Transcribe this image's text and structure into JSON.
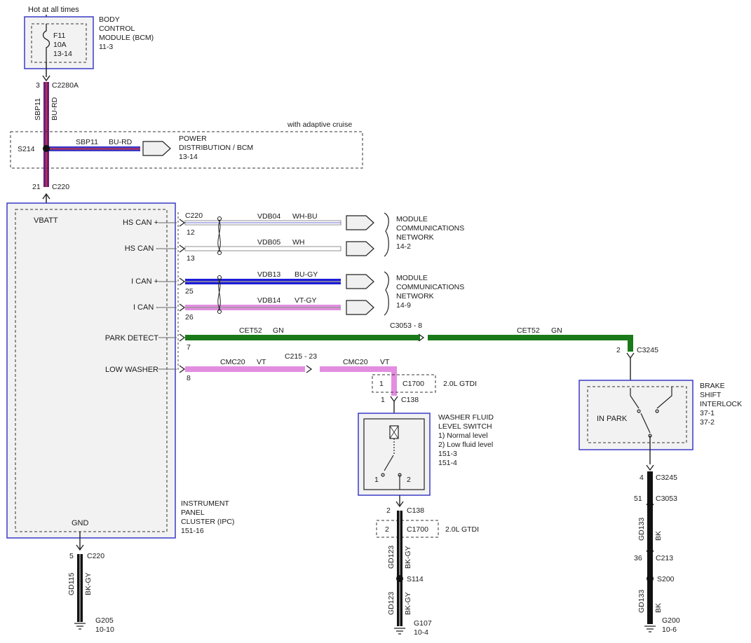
{
  "top": {
    "hot_label": "Hot at all times"
  },
  "bcm": {
    "fuse": [
      "F11",
      "10A",
      "13-14"
    ],
    "title": [
      "BODY",
      "CONTROL",
      "MODULE (BCM)",
      "11-3"
    ]
  },
  "c2280a": {
    "pin": "3",
    "name": "C2280A"
  },
  "wire_sbp11": {
    "circuit": "SBP11",
    "color": "BU-RD"
  },
  "adaptive": {
    "label": "with adaptive cruise",
    "splice": "S214",
    "dest": [
      "POWER",
      "DISTRIBUTION / BCM",
      "13-14"
    ]
  },
  "c220_top": {
    "pin": "21",
    "name": "C220"
  },
  "ipc": {
    "vbatt": "VBATT",
    "gnd": "GND",
    "pins": [
      "HS CAN +",
      "HS CAN -",
      "I CAN +",
      "I CAN -",
      "PARK DETECT",
      "LOW WASHER"
    ],
    "title": [
      "INSTRUMENT",
      "PANEL",
      "CLUSTER (IPC)",
      "151-16"
    ]
  },
  "c220_right": {
    "name": "C220",
    "pins": [
      "12",
      "13",
      "25",
      "26",
      "7",
      "8"
    ]
  },
  "wires": {
    "vdb04": {
      "circuit": "VDB04",
      "color": "WH-BU"
    },
    "vdb05": {
      "circuit": "VDB05",
      "color": "WH"
    },
    "vdb13": {
      "circuit": "VDB13",
      "color": "BU-GY"
    },
    "vdb14": {
      "circuit": "VDB14",
      "color": "VT-GY"
    },
    "cet52a": {
      "circuit": "CET52",
      "color": "GN"
    },
    "cet52b": {
      "circuit": "CET52",
      "color": "GN"
    },
    "cmc20a": {
      "circuit": "CMC20",
      "color": "VT"
    },
    "cmc20b": {
      "circuit": "CMC20",
      "color": "VT"
    }
  },
  "mcn1": [
    "MODULE",
    "COMMUNICATIONS",
    "NETWORK",
    "14-2"
  ],
  "mcn2": [
    "MODULE",
    "COMMUNICATIONS",
    "NETWORK",
    "14-9"
  ],
  "inline": {
    "c3053": "C3053 - 8",
    "c215": "C215 - 23"
  },
  "c3245_top": {
    "pin": "2",
    "name": "C3245"
  },
  "c1700_top": {
    "pin": "1",
    "name": "C1700",
    "note": "2.0L GTDI"
  },
  "c138_top": {
    "pin": "1",
    "name": "C138"
  },
  "washer": {
    "title": [
      "WASHER FLUID",
      "LEVEL SWITCH",
      "1) Normal level",
      "2) Low fluid level",
      "151-3",
      "151-4"
    ],
    "pos1": "1",
    "pos2": "2"
  },
  "c138_bot": {
    "pin": "2",
    "name": "C138"
  },
  "c1700_bot": {
    "pin": "2",
    "name": "C1700",
    "note": "2.0L GTDI"
  },
  "brake": {
    "in_park": "IN PARK",
    "title": [
      "BRAKE",
      "SHIFT",
      "INTERLOCK",
      "37-1",
      "37-2"
    ]
  },
  "c3245_bot": {
    "pin": "4",
    "name": "C3245"
  },
  "c3053_bot": {
    "pin": "51",
    "name": "C3053"
  },
  "c213": {
    "pin": "36",
    "name": "C213"
  },
  "c220_bot": {
    "pin": "5",
    "name": "C220"
  },
  "ground_wires": {
    "gd115": {
      "circuit": "GD115",
      "color": "BK-GY"
    },
    "gd123a": {
      "circuit": "GD123",
      "color": "BK-GY"
    },
    "gd123b": {
      "circuit": "GD123",
      "color": "BK-GY"
    },
    "gd133a": {
      "circuit": "GD133",
      "color": "BK"
    },
    "gd133b": {
      "circuit": "GD133",
      "color": "BK"
    }
  },
  "splices": {
    "s114": "S114",
    "s200": "S200"
  },
  "grounds": {
    "g205": [
      "G205",
      "10-10"
    ],
    "g107": [
      "G107",
      "10-4"
    ],
    "g200": [
      "G200",
      "10-6"
    ]
  }
}
